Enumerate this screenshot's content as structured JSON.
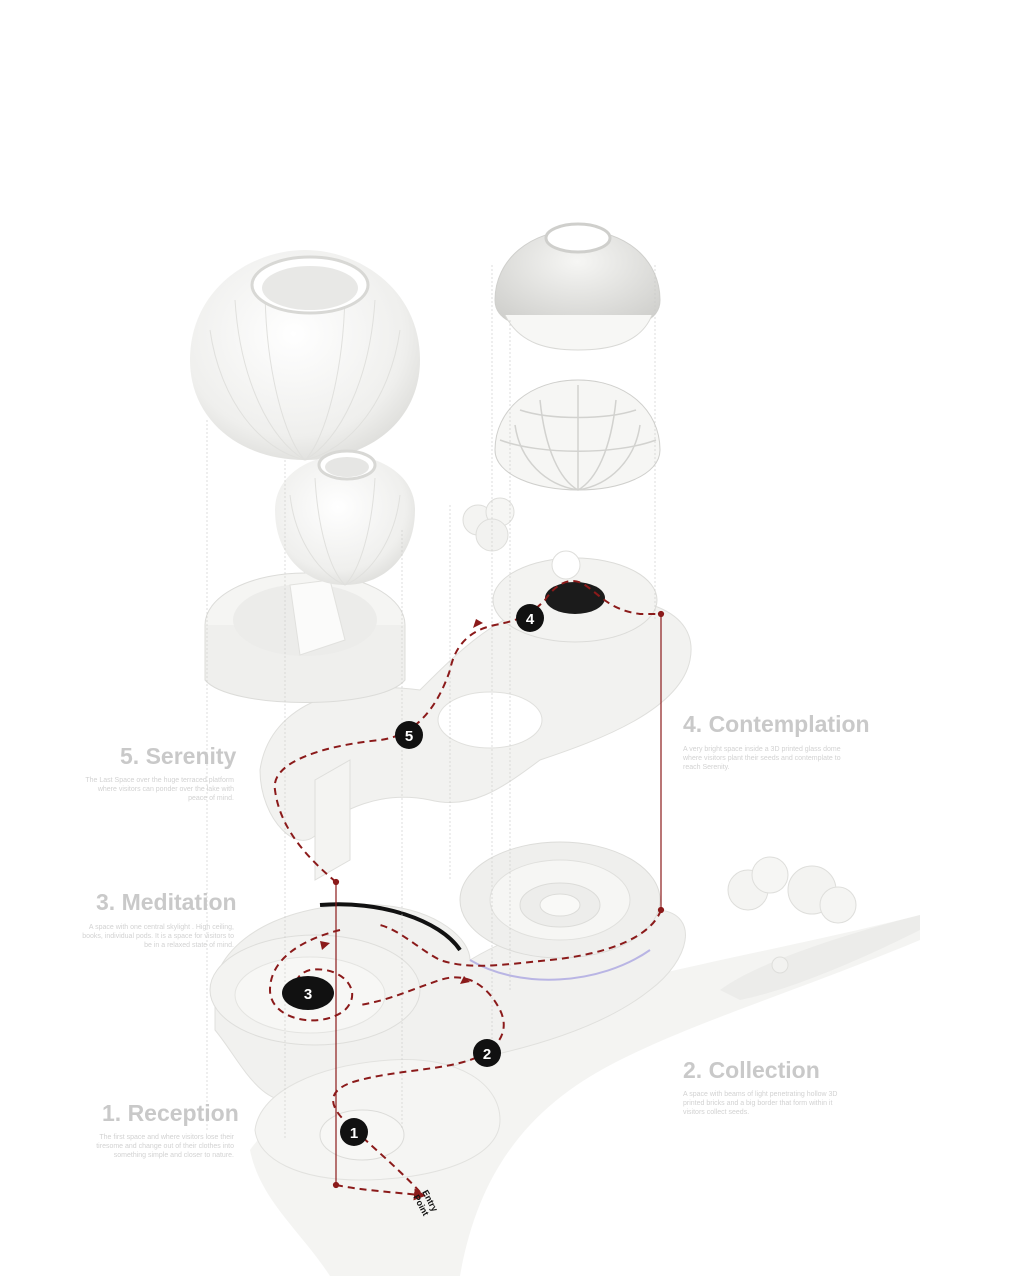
{
  "spaces": [
    {
      "num": "1",
      "title": "1. Reception",
      "desc": "The first space and where visitors lose their tiresome and change out of their clothes into something simple and closer to nature."
    },
    {
      "num": "2",
      "title": "2. Collection",
      "desc": "A space with beams of light penetrating hollow 3D printed bricks and a big border that form within it visitors collect seeds."
    },
    {
      "num": "3",
      "title": "3. Meditation",
      "desc": "A space with one central skylight . High ceiling, books, individual pods. It is a space for visitors to be in a relaxed state of mind."
    },
    {
      "num": "4",
      "title": "4. Contemplation",
      "desc": "A very bright space inside a 3D printed glass dome where visitors plant their seeds and contemplate to reach Serenity."
    },
    {
      "num": "5",
      "title": "5. Serenity",
      "desc": "The Last Space over the huge terraced platform where visitors can ponder over the lake with peace of mind."
    }
  ],
  "entry_label": [
    "Entry",
    "Point"
  ],
  "colors": {
    "path": "#8b1a1a",
    "marker": "#111111",
    "model": "#f3f3f1",
    "model_shade": "#e2e2df",
    "text": "#c9c9c9"
  }
}
